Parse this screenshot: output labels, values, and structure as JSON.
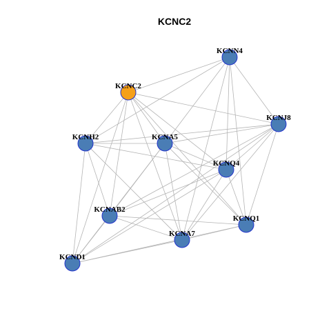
{
  "title": "KCNC2",
  "colors": {
    "query_node": "#F5A01A",
    "partner_node": "#4A7DB5",
    "node_border": "#2233CC",
    "edge": "#B4B4B4"
  },
  "nodes": [
    {
      "id": "KCNC2",
      "label": "KCNC2",
      "type": "query"
    },
    {
      "id": "KCNN4",
      "label": "KCNN4",
      "type": "partner"
    },
    {
      "id": "KCNJ8",
      "label": "KCNJ8",
      "type": "partner"
    },
    {
      "id": "KCNH2",
      "label": "KCNH2",
      "type": "partner"
    },
    {
      "id": "KCNA5",
      "label": "KCNA5",
      "type": "partner"
    },
    {
      "id": "KCNQ4",
      "label": "KCNQ4",
      "type": "partner"
    },
    {
      "id": "KCNAB2",
      "label": "KCNAB2",
      "type": "partner"
    },
    {
      "id": "KCNQ1",
      "label": "KCNQ1",
      "type": "partner"
    },
    {
      "id": "KCNA7",
      "label": "KCNA7",
      "type": "partner"
    },
    {
      "id": "KCND1",
      "label": "KCND1",
      "type": "partner"
    }
  ],
  "edges": [
    [
      "KCNC2",
      "KCNN4"
    ],
    [
      "KCNC2",
      "KCNJ8"
    ],
    [
      "KCNC2",
      "KCNH2"
    ],
    [
      "KCNC2",
      "KCNA5"
    ],
    [
      "KCNC2",
      "KCNQ4"
    ],
    [
      "KCNC2",
      "KCNAB2"
    ],
    [
      "KCNC2",
      "KCNQ1"
    ],
    [
      "KCNC2",
      "KCNA7"
    ],
    [
      "KCNC2",
      "KCND1"
    ],
    [
      "KCNN4",
      "KCNH2"
    ],
    [
      "KCNN4",
      "KCNA5"
    ],
    [
      "KCNN4",
      "KCNQ4"
    ],
    [
      "KCNN4",
      "KCNJ8"
    ],
    [
      "KCNN4",
      "KCNQ1"
    ],
    [
      "KCNN4",
      "KCNA7"
    ],
    [
      "KCNJ8",
      "KCNH2"
    ],
    [
      "KCNJ8",
      "KCNA5"
    ],
    [
      "KCNJ8",
      "KCNQ4"
    ],
    [
      "KCNJ8",
      "KCNAB2"
    ],
    [
      "KCNJ8",
      "KCNQ1"
    ],
    [
      "KCNJ8",
      "KCNA7"
    ],
    [
      "KCNJ8",
      "KCND1"
    ],
    [
      "KCNH2",
      "KCNA5"
    ],
    [
      "KCNH2",
      "KCNQ4"
    ],
    [
      "KCNH2",
      "KCNAB2"
    ],
    [
      "KCNH2",
      "KCNA7"
    ],
    [
      "KCNH2",
      "KCND1"
    ],
    [
      "KCNA5",
      "KCNQ4"
    ],
    [
      "KCNA5",
      "KCNAB2"
    ],
    [
      "KCNA5",
      "KCNQ1"
    ],
    [
      "KCNA5",
      "KCNA7"
    ],
    [
      "KCNA5",
      "KCND1"
    ],
    [
      "KCNQ4",
      "KCNAB2"
    ],
    [
      "KCNQ4",
      "KCNQ1"
    ],
    [
      "KCNQ4",
      "KCNA7"
    ],
    [
      "KCNQ4",
      "KCND1"
    ],
    [
      "KCNAB2",
      "KCNQ1"
    ],
    [
      "KCNAB2",
      "KCNA7"
    ],
    [
      "KCNAB2",
      "KCND1"
    ],
    [
      "KCNQ1",
      "KCNA7"
    ],
    [
      "KCNQ1",
      "KCND1"
    ],
    [
      "KCNA7",
      "KCND1"
    ]
  ]
}
